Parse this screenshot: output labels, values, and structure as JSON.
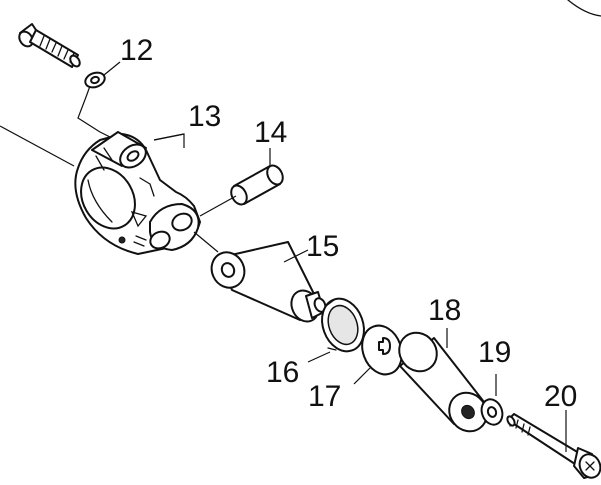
{
  "callouts": {
    "p12": "12",
    "p13": "13",
    "p14": "14",
    "p15": "15",
    "p16": "16",
    "p17": "17",
    "p18": "18",
    "p19": "19",
    "p20": "20"
  },
  "colors": {
    "line": "#111111",
    "background": "#ffffff",
    "shade": "#e6e6e6"
  }
}
